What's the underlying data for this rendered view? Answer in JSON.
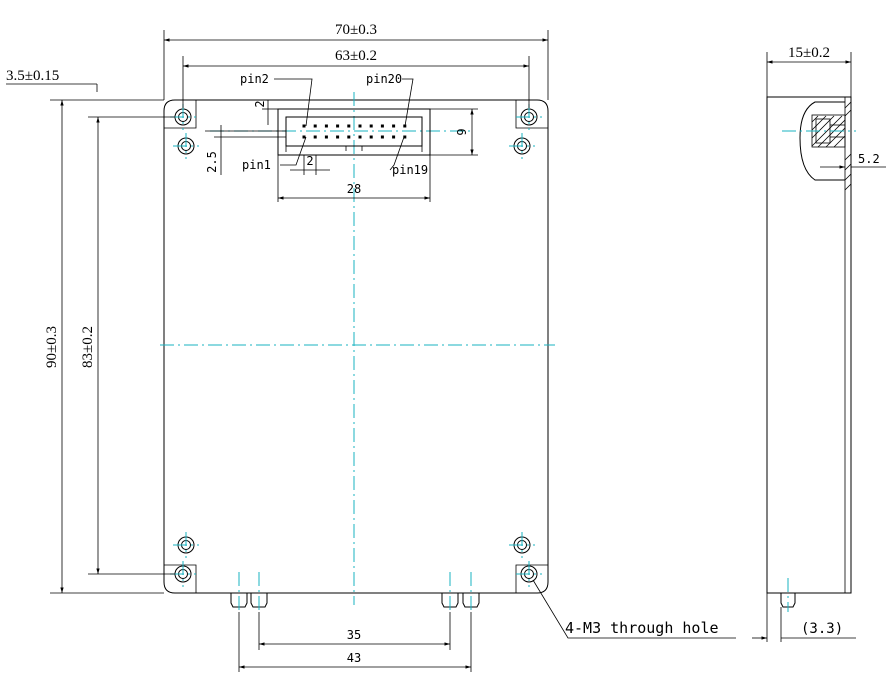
{
  "front_view": {
    "width_overall": "70±0.3",
    "hole_spacing_x": "63±0.2",
    "hole_offset_x": "3.5±0.15",
    "height_overall": "90±0.3",
    "hole_spacing_y": "83±0.2",
    "connector_top_gap": "2",
    "connector_side_gap": "2.5",
    "pin_pitch": "2",
    "connector_width": "28",
    "connector_height": "9",
    "pin_labels": {
      "pin2": "pin2",
      "pin20": "pin20",
      "pin1": "pin1",
      "pin19": "pin19"
    },
    "bottom_spacing_inner": "35",
    "bottom_spacing_outer": "43",
    "hole_note": "4-M3 through hole"
  },
  "side_view": {
    "thickness": "15±0.2",
    "connector_depth": "5.2",
    "stud_offset": "(3.3)"
  }
}
